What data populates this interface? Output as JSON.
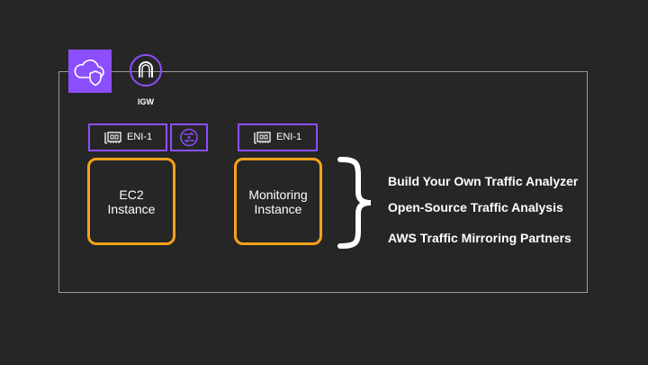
{
  "igw": {
    "label": "IGW"
  },
  "instances": [
    {
      "eni_label": "ENI-1",
      "name_line1": "EC2",
      "name_line2": "Instance"
    },
    {
      "eni_label": "ENI-1",
      "name_line1": "Monitoring",
      "name_line2": "Instance"
    }
  ],
  "options": [
    "Build Your Own Traffic Analyzer",
    "Open-Source Traffic Analysis",
    "AWS Traffic Mirroring Partners"
  ],
  "colors": {
    "background": "#262626",
    "accent_purple": "#8c4fff",
    "instance_orange": "#f7a21b",
    "vpc_border": "#9a9a9a"
  },
  "icons": {
    "vpc": "cloud-shield-icon",
    "igw": "internet-gateway-icon",
    "eni": "network-interface-icon",
    "mirror": "traffic-mirroring-icon"
  }
}
